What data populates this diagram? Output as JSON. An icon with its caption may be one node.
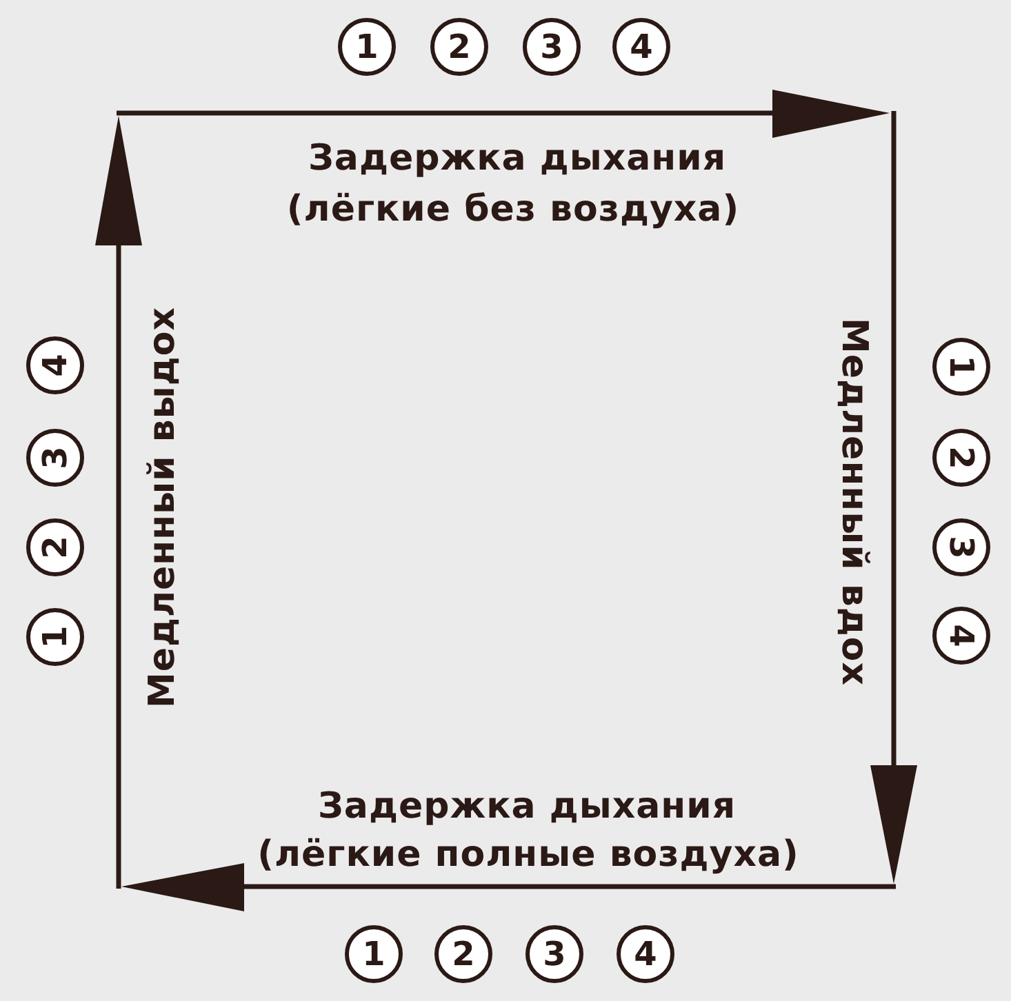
{
  "diagram": {
    "nodes": [
      {
        "text": [
          "1"
        ]
      },
      {
        "text": [
          "2"
        ]
      },
      {
        "text": [
          "3"
        ]
      },
      {
        "text": [
          "4"
        ]
      },
      {
        "text": [
          "1"
        ]
      },
      {
        "text": [
          "2"
        ]
      },
      {
        "text": [
          "3"
        ]
      },
      {
        "text": [
          "4"
        ]
      },
      {
        "text": [
          "1"
        ]
      },
      {
        "text": [
          "2"
        ]
      },
      {
        "text": [
          "3"
        ]
      },
      {
        "text": [
          "4"
        ]
      },
      {
        "text": [
          "1"
        ]
      },
      {
        "text": [
          "2"
        ]
      },
      {
        "text": [
          "3"
        ]
      },
      {
        "text": [
          "4"
        ]
      }
    ],
    "labels": [
      "Задержка дыхания",
      "(лёгкие без воздуха)",
      "Медленный выдох",
      "Медленный вдох",
      "Задержка дыхания",
      "(лёгкие полные воздуха)"
    ]
  }
}
